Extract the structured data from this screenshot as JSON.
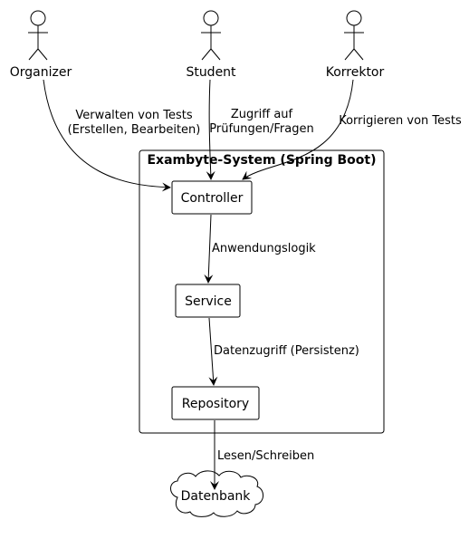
{
  "diagram": {
    "actors": {
      "organizer": "Organizer",
      "student": "Student",
      "korrektor": "Korrektor"
    },
    "system": {
      "title": "Exambyte-System (Spring Boot)"
    },
    "components": {
      "controller": "Controller",
      "service": "Service",
      "repository": "Repository"
    },
    "database": "Datenbank",
    "edges": {
      "organizer_line1": "Verwalten von Tests",
      "organizer_line2": "(Erstellen, Bearbeiten)",
      "student_line1": "Zugriff auf",
      "student_line2": "Prüfungen/Fragen",
      "korrektor": "Korrigieren von Tests",
      "controller_service": "Anwendungslogik",
      "service_repository": "Datenzugriff (Persistenz)",
      "repository_db": "Lesen/Schreiben"
    }
  }
}
